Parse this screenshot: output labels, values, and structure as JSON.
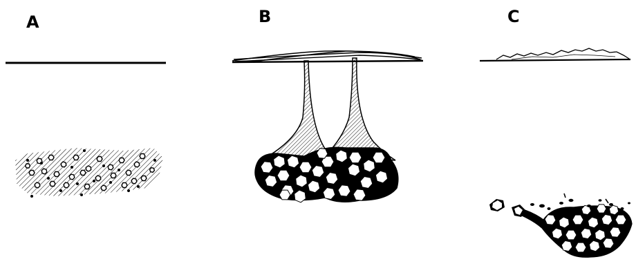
{
  "panels": [
    {
      "label": "A",
      "stroke": "#000000"
    },
    {
      "label": "B",
      "stroke": "#000000"
    },
    {
      "label": "C",
      "stroke": "#000000"
    }
  ],
  "colors": {
    "ink": "#000000",
    "paper": "#ffffff"
  }
}
